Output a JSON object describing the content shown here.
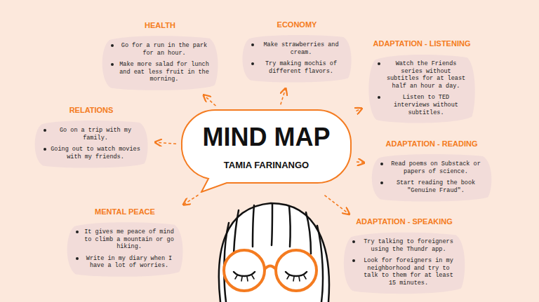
{
  "diagram": {
    "nodes": [
      {
        "text": [
          "HEALTH",
          "Go for a run in the park for an hour.",
          "Make more salad for lunch and eat less fruit in the morning."
        ]
      },
      {
        "text": [
          "ECONOMY",
          "Make strawberries and cream.",
          "Try making mochis of different flavors."
        ]
      },
      {
        "text": [
          "ADAPTATION - LISTENING",
          "Watch the Friends series without subtitles for at least half an hour a day.",
          "Listen to TED interviews without subtitles."
        ]
      },
      {
        "text": [
          "RELATIONS",
          "Go on a trip with my family.",
          "Going out to watch movies with my friends."
        ]
      },
      {
        "text": [
          "MIND MAP",
          "TAMIA FARINANGO"
        ]
      },
      {
        "text": [
          "ADAPTATION - READING",
          "Read poems on Substack or papers of science.",
          "Start reading the book \"Genuine Fraud\"."
        ]
      },
      {
        "text": [
          "MENTAL PEACE",
          "It gives me peace of mind to climb a mountain or go hiking.",
          "Write in my diary when I have a lot of worries."
        ]
      },
      {
        "text": [
          "ADAPTATION - SPEAKING",
          "Try talking to foreigners using the Thundr app.",
          "Look for foreigners in my neighborhood and try to talk to them for at least 15 minutes."
        ]
      }
    ],
    "edges": [
      {
        "from": 4,
        "to": 0,
        "arrow": "to"
      },
      {
        "from": 4,
        "to": 1,
        "arrow": "to"
      },
      {
        "from": 4,
        "to": 2,
        "arrow": "to"
      },
      {
        "from": 4,
        "to": 3,
        "arrow": "to"
      },
      {
        "from": 4,
        "to": 5,
        "arrow": "to"
      },
      {
        "from": 4,
        "to": 6,
        "arrow": "to"
      },
      {
        "from": 4,
        "to": 7,
        "arrow": "to"
      }
    ]
  }
}
